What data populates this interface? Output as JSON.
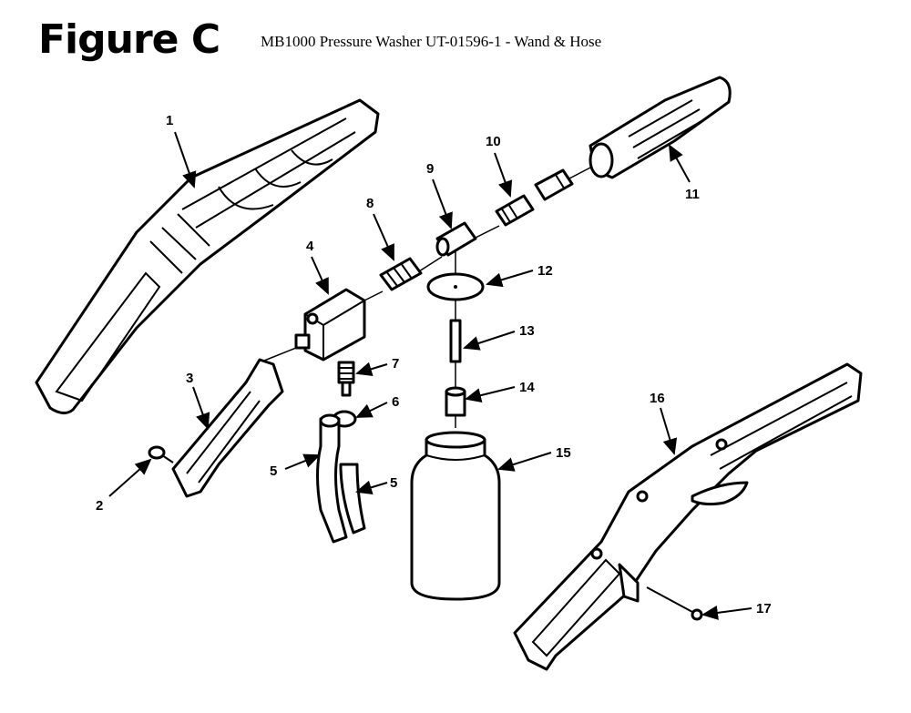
{
  "header": {
    "figure_label": "Figure C",
    "title": "MB1000 Pressure Washer UT-01596-1 - Wand & Hose"
  },
  "callouts": [
    {
      "id": "1",
      "label": "1"
    },
    {
      "id": "2",
      "label": "2"
    },
    {
      "id": "3",
      "label": "3"
    },
    {
      "id": "4",
      "label": "4"
    },
    {
      "id": "5a",
      "label": "5"
    },
    {
      "id": "5b",
      "label": "5"
    },
    {
      "id": "6",
      "label": "6"
    },
    {
      "id": "7",
      "label": "7"
    },
    {
      "id": "8",
      "label": "8"
    },
    {
      "id": "9",
      "label": "9"
    },
    {
      "id": "10",
      "label": "10"
    },
    {
      "id": "11",
      "label": "11"
    },
    {
      "id": "12",
      "label": "12"
    },
    {
      "id": "13",
      "label": "13"
    },
    {
      "id": "14",
      "label": "14"
    },
    {
      "id": "15",
      "label": "15"
    },
    {
      "id": "16",
      "label": "16"
    },
    {
      "id": "17",
      "label": "17"
    }
  ]
}
